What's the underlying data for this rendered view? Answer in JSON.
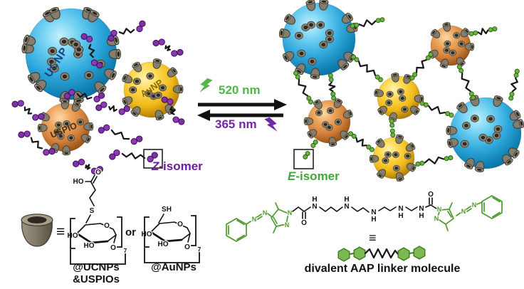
{
  "left_panel": {
    "particles": [
      {
        "name": "UCNP"
      },
      {
        "name": "AuNP"
      },
      {
        "name": "USPIO"
      }
    ],
    "isomer": {
      "prefix": "Z",
      "suffix": "-isomer"
    }
  },
  "reaction": {
    "forward_nm": "520 nm",
    "reverse_nm": "365 nm"
  },
  "right_panel": {
    "isomer": {
      "prefix": "E",
      "suffix": "-isomer"
    }
  },
  "legend_cd": {
    "equiv": "≡",
    "or": "or",
    "atoms": {
      "ho": "HO",
      "o": "O",
      "s": "S",
      "sh": "SH",
      "sub": "7"
    },
    "left_label_1": "@UCNPs",
    "left_label_2": "&USPIOs",
    "right_label": "@AuNPs"
  },
  "legend_aap": {
    "equiv": "≡",
    "atoms": {
      "n": "N",
      "h": "H",
      "o": "O"
    },
    "caption": "divalent AAP linker molecule"
  },
  "colors": {
    "ucnp_blue": "#2fa8dc",
    "aunp_gold": "#efc31c",
    "uspio_orange": "#d58a3c",
    "z_purple": "#7e33a3",
    "e_green": "#6cb33f",
    "label_520": "#4db848",
    "label_365": "#7229a8"
  }
}
